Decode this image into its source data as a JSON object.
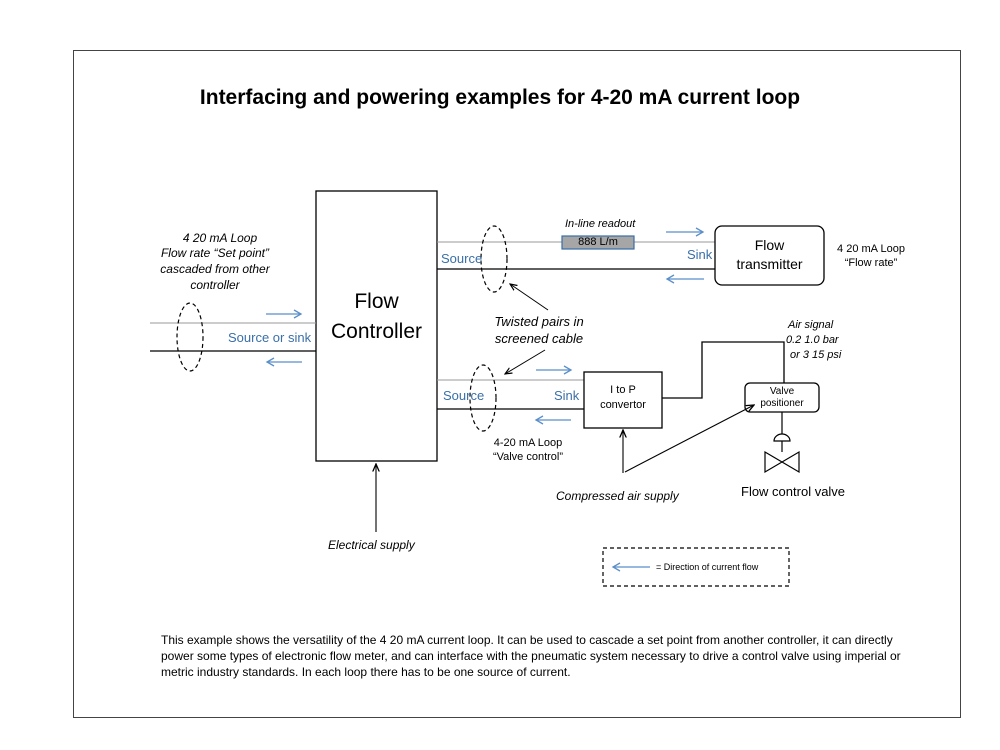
{
  "title": "Interfacing and powering examples for 4-20 mA current loop",
  "left_loop": {
    "line1": "4 20 mA Loop",
    "line2": "Flow rate “Set point”",
    "line3": "cascaded from other",
    "line4": "controller",
    "port_label": "Source or sink"
  },
  "controller": {
    "line1": "Flow",
    "line2": "Controller"
  },
  "top_loop": {
    "readout_label": "In-line readout",
    "readout_value": "888 L/m",
    "source_label": "Source",
    "sink_label": "Sink",
    "transmitter_line1": "Flow",
    "transmitter_line2": "transmitter",
    "loop_line1": "4 20 mA Loop",
    "loop_line2": "“Flow rate”"
  },
  "twisted_pairs": {
    "line1": "Twisted pairs in",
    "line2": "screened cable"
  },
  "bottom_loop": {
    "source_label": "Source",
    "sink_label": "Sink",
    "convertor_line1": "I to P",
    "convertor_line2": "convertor",
    "loop_line1": "4-20 mA Loop",
    "loop_line2": "“Valve control”"
  },
  "air_signal": {
    "line1": "Air signal",
    "line2": "0.2    1.0 bar",
    "line3": "or 3  15 psi"
  },
  "positioner": {
    "line1": "Valve",
    "line2": "positioner"
  },
  "valve_label": "Flow control valve",
  "compressed_air": "Compressed air supply",
  "electrical_supply": "Electrical supply",
  "legend_text": "= Direction of current flow",
  "caption": "This example shows the versatility of the 4 20 mA current loop. It can be used to cascade a set point from another controller, it can directly power some types of electronic flow meter, and can interface with the pneumatic system necessary to drive a control valve using imperial or metric industry standards. In each loop there has to be one source of current.",
  "colors": {
    "arrow": "#5b8fc9",
    "label_blue": "#3a6fa8",
    "readout_fill": "#a6a6a6",
    "readout_border": "#3a6fa8"
  }
}
